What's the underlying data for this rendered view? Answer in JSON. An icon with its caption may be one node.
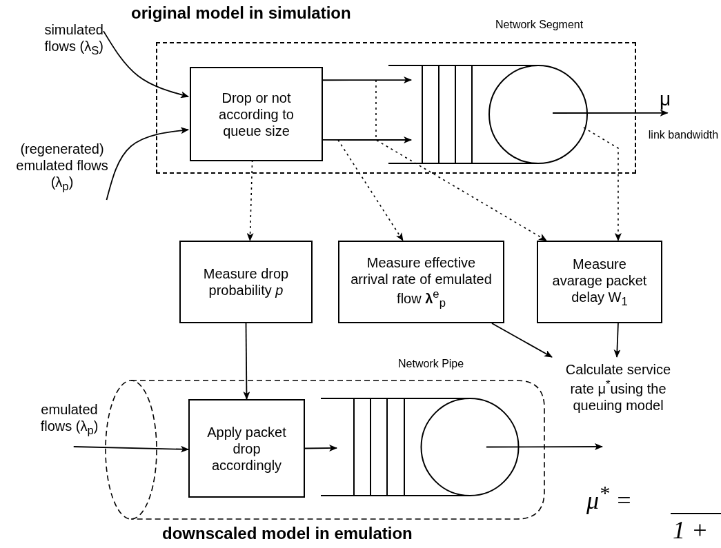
{
  "diagram": {
    "title": "original model in simulation",
    "nodes": [
      {
        "text": [
          "Network Segment"
        ]
      },
      {
        "text": [
          "simulated flows (λ$_{S}$)"
        ]
      },
      {
        "text": [
          "(regenerated) emulated flows (λ$_{p}$)"
        ]
      },
      {
        "text": [
          "Drop or not according to queue size"
        ],
        "in": 0
      },
      {
        "text": [],
        "shape": "queue",
        "in": 0
      },
      {
        "text": [
          "μ",
          "link bandwidth"
        ]
      },
      {
        "text": [
          "Measure drop probability *p*"
        ]
      },
      {
        "text": [
          "Measure effective arrival rate of emulated flow **λ**$^{e}$$_{p}$"
        ]
      },
      {
        "text": [
          "Measure avarage packet delay W$_{1}$"
        ]
      },
      {
        "text": [
          "Calculate service rate μ$^{*}$using the queuing model"
        ]
      },
      {
        "text": [
          "Network Pipe"
        ]
      },
      {
        "text": [
          "emulated flows (λ$_{p}$)"
        ]
      },
      {
        "text": [
          "Apply packet drop accordingly"
        ],
        "in": 10
      },
      {
        "text": [],
        "shape": "queue",
        "in": 10
      }
    ],
    "edges": [
      {
        "from": 1,
        "to": 3,
        "arrow": "to"
      },
      {
        "from": 2,
        "to": 3,
        "arrow": "to"
      },
      {
        "from": 3,
        "to": 4,
        "arrow": "to"
      },
      {
        "from": 3,
        "to": 4,
        "arrow": "to"
      },
      {
        "from": 4,
        "to": 5,
        "arrow": "to"
      },
      {
        "from": 3,
        "to": 6,
        "arrow": "to",
        "style": "dashed"
      },
      {
        "from": 3,
        "to": 7,
        "arrow": "to",
        "style": "dashed"
      },
      {
        "from": 4,
        "to": 8,
        "arrow": "to",
        "style": "dashed"
      },
      {
        "from": 4,
        "to": 8,
        "arrow": "to",
        "style": "dashed"
      },
      {
        "from": 6,
        "to": 12,
        "arrow": "to"
      },
      {
        "from": 7,
        "to": 9,
        "arrow": "to"
      },
      {
        "from": 8,
        "to": 9,
        "arrow": "to"
      },
      {
        "from": 11,
        "to": 12,
        "arrow": "to"
      },
      {
        "from": 12,
        "to": 13,
        "arrow": "to"
      },
      {
        "from": 13,
        "to": 9,
        "arrow": "to"
      }
    ],
    "labels": [
      "downscaled model in emulation",
      "μ$^{*}$ =",
      "1 +"
    ]
  }
}
